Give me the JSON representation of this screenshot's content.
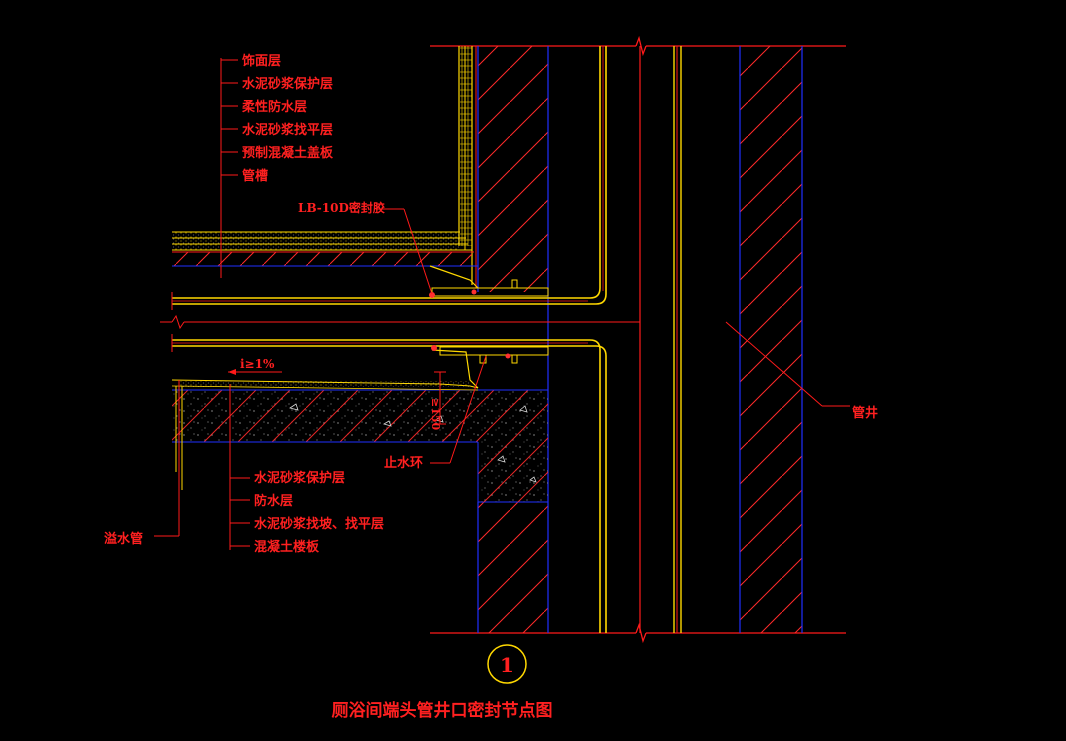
{
  "drawing": {
    "title": "厕浴间端头管井口密封节点图",
    "detail_number": "1",
    "upper_layers": [
      "饰面层",
      "水泥砂浆保护层",
      "柔性防水层",
      "水泥砂浆找平层",
      "预制混凝土盖板",
      "管槽"
    ],
    "sealant_label": "LB-10D密封胶",
    "slope_label": "i≥1%",
    "height_dim": "≥150",
    "water_stop_label": "止水环",
    "pipe_shaft_label": "管井",
    "drain_pipe_label": "溢水管",
    "lower_layers": [
      "水泥砂浆保护层",
      "防水层",
      "水泥砂浆找坡、找平层",
      "混凝土楼板"
    ],
    "colors": {
      "background": "#000000",
      "text": "#ff2020",
      "structure": "#ff0000",
      "hatch": "#ff3030",
      "membrane": "#ffd800",
      "water_line": "#2030ff",
      "concrete_dots": "#e0e0e0"
    }
  }
}
